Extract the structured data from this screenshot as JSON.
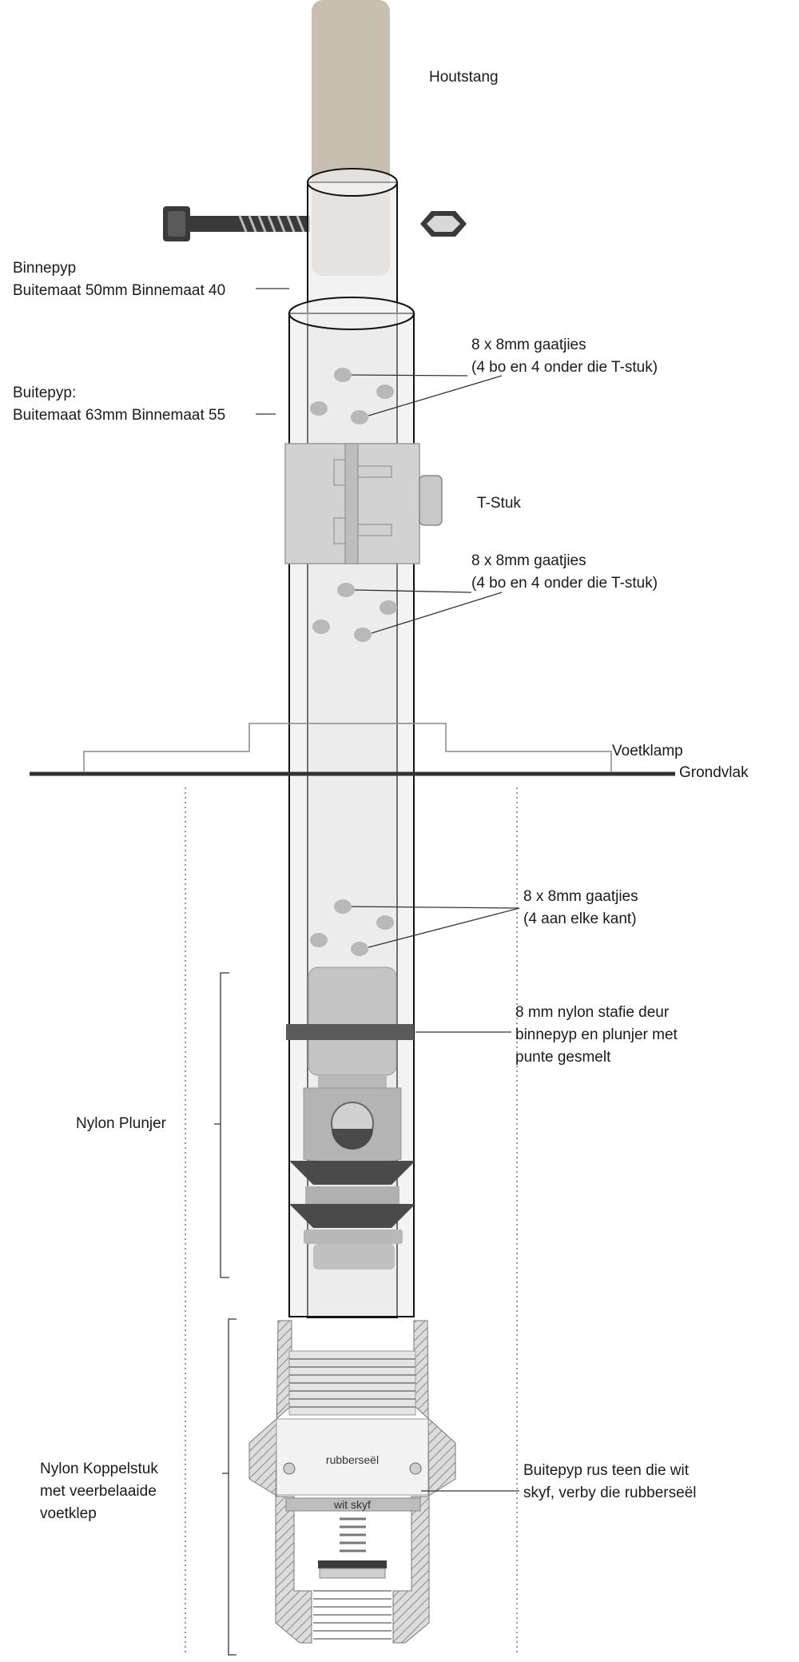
{
  "colors": {
    "wood": "#c9beb2",
    "pipe_fill": "#ededed",
    "outer_pipe": "#e4e4e4",
    "tstuk": "#d2d2d2",
    "plunger": "#c4c4c4",
    "plunger_dark": "#4a4a4a",
    "hole": "#b8b8b8",
    "line": "#333333"
  },
  "labels": {
    "houtstang": "Houtstang",
    "binnepyp": [
      "Binnepyp",
      "Buitemaat 50mm Binnemaat 40"
    ],
    "buitepyp": [
      "Buitepyp:",
      "Buitemaat 63mm Binnemaat 55"
    ],
    "holes_1": [
      "8 x 8mm gaatjies",
      "(4 bo en 4 onder die T-stuk)"
    ],
    "tstuk": "T-Stuk",
    "holes_2": [
      "8 x 8mm gaatjies",
      "(4 bo en 4 onder die T-stuk)"
    ],
    "voetklamp": "Voetklamp",
    "grondvlak": "Grondvlak",
    "holes_3": [
      "8 x 8mm gaatjies",
      "(4 aan elke kant)"
    ],
    "nylon_stafie": [
      "8 mm nylon stafie deur",
      "binnepyp en plunjer met",
      "punte gesmelt"
    ],
    "nylon_plunjer": "Nylon Plunjer",
    "koppelstuk": [
      "Nylon Koppelstuk",
      "met veerbelaaide",
      "voetklep"
    ],
    "buitepyp_rus": [
      "Buitepyp rus teen die wit",
      "skyf, verby die rubberseël"
    ],
    "rubberseel": "rubberseël",
    "wit_skyf": "wit skyf"
  }
}
